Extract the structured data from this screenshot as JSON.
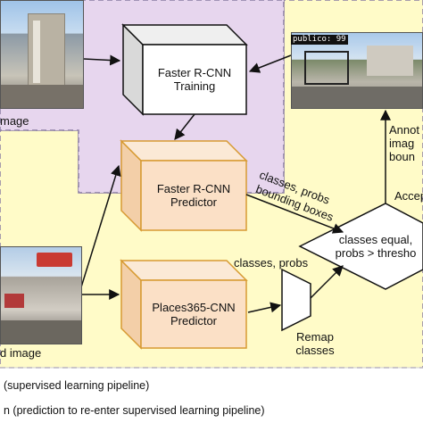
{
  "nodes": {
    "frcnn_training": {
      "line1": "Faster R-CNN",
      "line2": "Training"
    },
    "frcnn_predictor": {
      "line1": "Faster R-CNN",
      "line2": "Predictor"
    },
    "places_predictor": {
      "line1": "Places365-CNN",
      "line2": "Predictor"
    },
    "decision": {
      "line1": "classes equal,",
      "line2": "probs > thresho"
    },
    "remap": {
      "line1": "Remap",
      "line2": "classes"
    }
  },
  "edge_labels": {
    "frcnn_out_1": "classes, probs",
    "frcnn_out_2": "bounding boxes",
    "places_out": "classes, probs",
    "accept": "Accep",
    "annot_1": "Annot",
    "annot_2": "imag",
    "annot_3": "boun"
  },
  "images": {
    "labeled_image_caption": "mage",
    "unlabeled_image_caption": "d image",
    "detection_tag": "publico: 99"
  },
  "legend": {
    "line1": "(supervised learning pipeline)",
    "line2": "n (prediction to re-enter supervised learning pipeline)"
  },
  "colors": {
    "supervised_region": "#e7d6ee",
    "prediction_region": "#fffbc8",
    "predictor_box": "#fbe0c6",
    "predictor_border": "#d79a32",
    "training_box": "#ffffff",
    "dashed_border": "#8a7da3"
  }
}
